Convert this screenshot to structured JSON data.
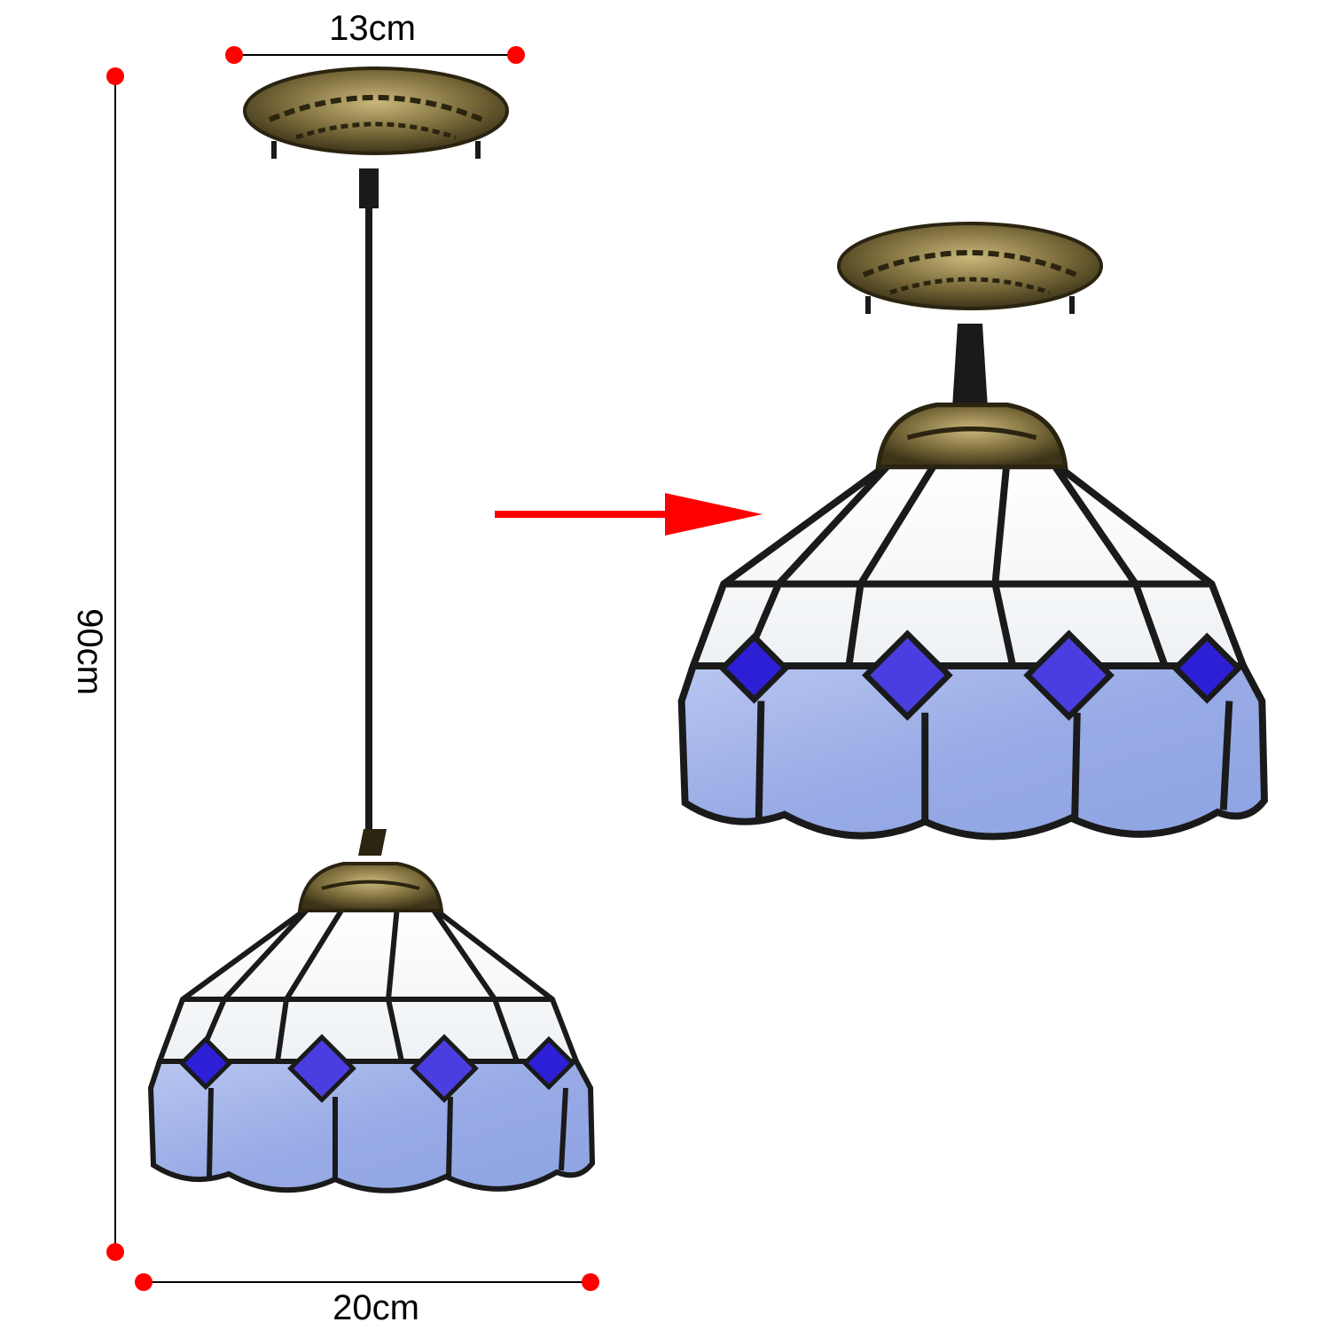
{
  "dimensions": {
    "ceiling_plate_width": "13cm",
    "total_height": "90cm",
    "shade_width": "20cm"
  },
  "colors": {
    "marker_red": "#ff0000",
    "dimension_line": "#000000",
    "glass_white": "#f7f9fb",
    "glass_blue": "#9db0e8",
    "jewel_blue": "#2d1fd6",
    "lead_lines": "#1a1a1a",
    "brass": "#7a6a3a"
  },
  "figures": [
    {
      "name": "pendant-lamp-full-length",
      "icon": "pendant-lamp-icon"
    },
    {
      "name": "pendant-lamp-flush-mount",
      "icon": "flush-lamp-icon"
    }
  ],
  "arrow_icon": "right-arrow-icon"
}
